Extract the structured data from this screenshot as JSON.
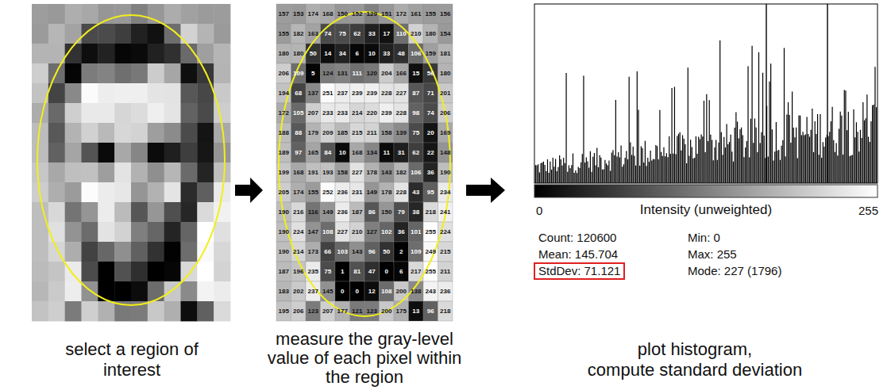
{
  "diagram": {
    "nodes": [
      {
        "text": [
          "select a region of interest"
        ]
      },
      {
        "text": [
          "measure the gray-level value of each pixel within the region"
        ]
      },
      {
        "text": [
          "plot histogram, compute standard deviation"
        ]
      }
    ],
    "edges": [
      {
        "from": 0,
        "to": 1,
        "arrow": "to"
      },
      {
        "from": 1,
        "to": 2,
        "arrow": "to"
      }
    ],
    "labels": [
      "157",
      "153",
      "174",
      "168",
      "150",
      "152",
      "129",
      "151",
      "172",
      "161",
      "155",
      "156",
      "155",
      "182",
      "163",
      "74",
      "75",
      "62",
      "33",
      "17",
      "110",
      "210",
      "180",
      "154",
      "180",
      "180",
      "50",
      "14",
      "34",
      "6",
      "10",
      "33",
      "48",
      "106",
      "159",
      "181",
      "206",
      "109",
      "5",
      "124",
      "131",
      "111",
      "120",
      "204",
      "166",
      "15",
      "56",
      "180",
      "194",
      "68",
      "137",
      "251",
      "237",
      "239",
      "239",
      "228",
      "227",
      "87",
      "71",
      "201",
      "172",
      "105",
      "207",
      "233",
      "233",
      "214",
      "220",
      "239",
      "228",
      "98",
      "74",
      "206",
      "188",
      "88",
      "179",
      "209",
      "185",
      "215",
      "211",
      "158",
      "139",
      "75",
      "20",
      "169",
      "189",
      "97",
      "165",
      "84",
      "10",
      "168",
      "134",
      "11",
      "31",
      "62",
      "22",
      "148",
      "199",
      "168",
      "191",
      "193",
      "158",
      "227",
      "178",
      "143",
      "182",
      "106",
      "36",
      "190",
      "205",
      "174",
      "155",
      "252",
      "236",
      "231",
      "149",
      "178",
      "228",
      "43",
      "95",
      "234",
      "190",
      "216",
      "116",
      "149",
      "236",
      "187",
      "86",
      "150",
      "79",
      "38",
      "218",
      "241",
      "190",
      "224",
      "147",
      "108",
      "227",
      "210",
      "127",
      "102",
      "36",
      "101",
      "255",
      "224",
      "190",
      "214",
      "173",
      "66",
      "103",
      "143",
      "96",
      "50",
      "2",
      "109",
      "249",
      "215",
      "187",
      "196",
      "235",
      "75",
      "1",
      "81",
      "47",
      "0",
      "6",
      "217",
      "255",
      "211",
      "183",
      "202",
      "237",
      "145",
      "0",
      "0",
      "12",
      "108",
      "200",
      "138",
      "243",
      "236",
      "195",
      "206",
      "123",
      "207",
      "177",
      "121",
      "123",
      "200",
      "175",
      "13",
      "96",
      "218",
      "0",
      "Intensity (unweighted)",
      "255",
      "Count: 120600",
      "Mean: 145.704",
      "StdDev: 71.121",
      "Min: 0",
      "Max: 255",
      "Mode: 227 (1796)"
    ]
  }
}
